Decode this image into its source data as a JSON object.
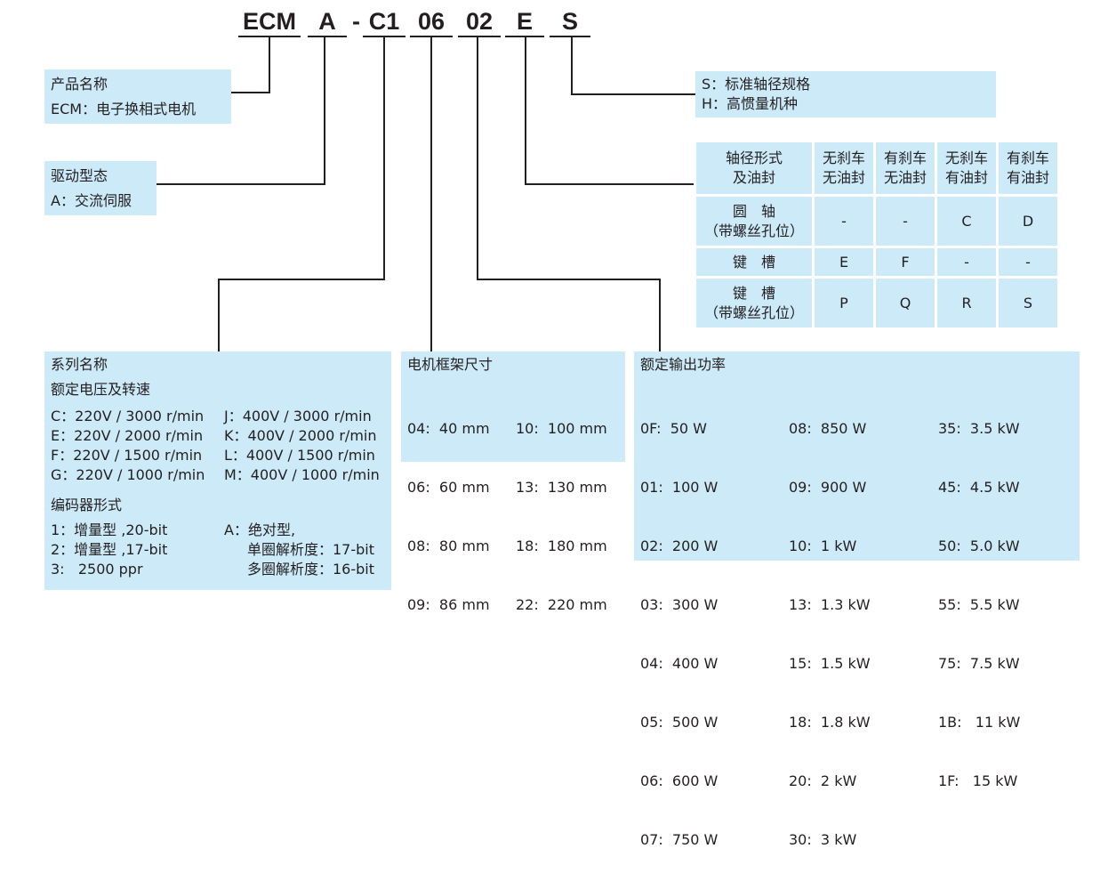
{
  "code": {
    "parts": [
      "ECM",
      "A",
      "C1",
      "06",
      "02",
      "E",
      "S"
    ],
    "dash": "-"
  },
  "product": {
    "title": "产品名称",
    "desc": "ECM：电子换相式电机"
  },
  "drive": {
    "title": "驱动型态",
    "desc": "A：交流伺服"
  },
  "shaft_spec": {
    "line1": "S：标准轴径规格",
    "line2": "H：高惯量机种"
  },
  "shaft_table": {
    "header": {
      "label_line1": "轴径形式",
      "label_line2": "及油封",
      "cols": [
        {
          "l1": "无刹车",
          "l2": "无油封"
        },
        {
          "l1": "有刹车",
          "l2": "无油封"
        },
        {
          "l1": "无刹车",
          "l2": "有油封"
        },
        {
          "l1": "有刹车",
          "l2": "有油封"
        }
      ]
    },
    "rows": [
      {
        "l1": "圆　轴",
        "l2": "（带螺丝孔位）",
        "cells": [
          "-",
          "-",
          "C",
          "D"
        ]
      },
      {
        "l1": "键　槽",
        "l2": "",
        "cells": [
          "E",
          "F",
          "-",
          "-"
        ]
      },
      {
        "l1": "键　槽",
        "l2": "（带螺丝孔位）",
        "cells": [
          "P",
          "Q",
          "R",
          "S"
        ]
      }
    ]
  },
  "series": {
    "title": "系列名称",
    "subtitle": "额定电压及转速",
    "left": [
      "C：220V / 3000 r/min",
      "E：220V / 2000 r/min",
      "F：220V / 1500 r/min",
      "G：220V / 1000 r/min"
    ],
    "right": [
      "J：400V / 3000 r/min",
      "K：400V / 2000 r/min",
      "L：400V / 1500 r/min",
      "M：400V / 1000 r/min"
    ],
    "encoder_title": "编码器形式",
    "enc_left": [
      "1：增量型 ,20-bit",
      "2：增量型 ,17-bit",
      "3:   2500 ppr"
    ],
    "enc_right": [
      "A：绝对型,",
      "单圈解析度：17-bit",
      "多圈解析度：16-bit"
    ]
  },
  "frame": {
    "title": "电机框架尺寸",
    "left": [
      "04:  40 mm",
      "06:  60 mm",
      "08:  80 mm",
      "09:  86 mm"
    ],
    "right": [
      "10:  100 mm",
      "13:  130 mm",
      "18:  180 mm",
      "22:  220 mm"
    ]
  },
  "power": {
    "title": "额定输出功率",
    "col1": [
      "0F:  50 W",
      "01:  100 W",
      "02:  200 W",
      "03:  300 W",
      "04:  400 W",
      "05:  500 W",
      "06:  600 W",
      "07:  750 W"
    ],
    "col2": [
      "08:  850 W",
      "09:  900 W",
      "10:  1 kW",
      "13:  1.3 kW",
      "15:  1.5 kW",
      "18:  1.8 kW",
      "20:  2 kW",
      "30:  3 kW"
    ],
    "col3": [
      "35:  3.5 kW",
      "45:  4.5 kW",
      "50:  5.0 kW",
      "55:  5.5 kW",
      "75:  7.5 kW",
      "1B:   11 kW",
      "1F:   15 kW"
    ]
  },
  "colors": {
    "box_fill": "#cdeaf9",
    "line": "#231f20"
  }
}
